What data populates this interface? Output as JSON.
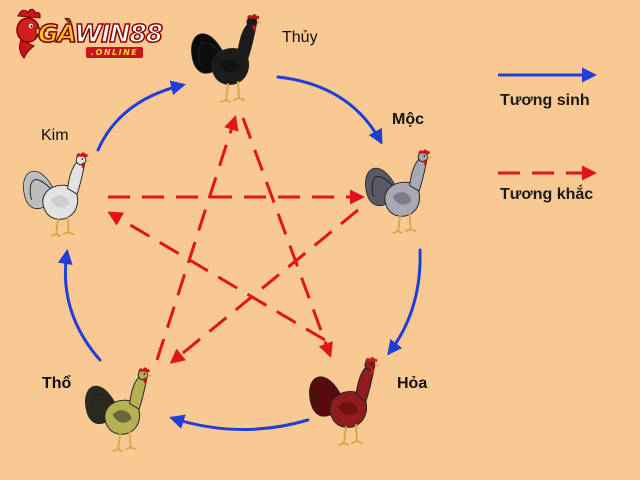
{
  "logo": {
    "brand_part1": "GÀ",
    "brand_part2": "WIN88",
    "brand_sub": ".ONLINE"
  },
  "elements": [
    {
      "id": "thuy",
      "label": "Thủy",
      "body_color": "#1c1c1c",
      "tail_color": "#0d0d0d",
      "comb_color": "#c8141b"
    },
    {
      "id": "moc",
      "label": "Mộc",
      "body_color": "#a8a8b4",
      "tail_color": "#5a5a66",
      "comb_color": "#c8141b"
    },
    {
      "id": "hoa",
      "label": "Hỏa",
      "body_color": "#8f1d1d",
      "tail_color": "#5a0a0a",
      "comb_color": "#d01a1a"
    },
    {
      "id": "tho",
      "label": "Thổ",
      "body_color": "#b5b054",
      "tail_color": "#2a2a20",
      "comb_color": "#c8141b"
    },
    {
      "id": "kim",
      "label": "Kim",
      "body_color": "#e2e2e2",
      "tail_color": "#bdbdbd",
      "comb_color": "#c8141b"
    }
  ],
  "legend": {
    "generating_label": "Tương sinh",
    "overcoming_label": "Tương khắc"
  },
  "colors": {
    "background": "#f9c994",
    "generating": "#1f3fd8",
    "overcoming": "#e0141b"
  }
}
